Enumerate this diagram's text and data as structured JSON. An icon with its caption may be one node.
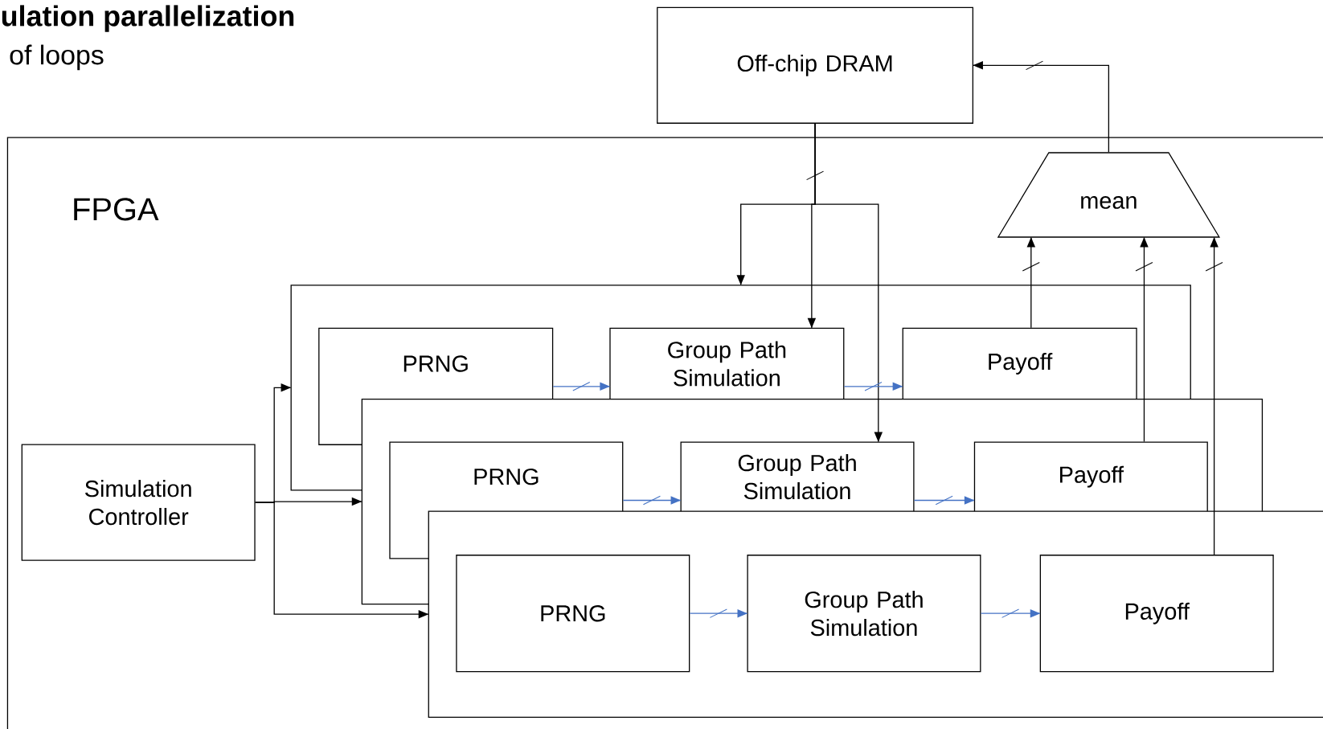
{
  "diagram": {
    "nodes": [
      {
        "text": [
          "Off-chip DRAM"
        ]
      },
      {
        "text": [
          "FPGA"
        ]
      },
      {
        "text": [
          "mean"
        ],
        "in": 1
      },
      {
        "text": [
          "Simulation Controller"
        ],
        "in": 1
      },
      {
        "text": [],
        "shape": "box",
        "in": 1
      },
      {
        "text": [
          "PRNG"
        ],
        "in": 4
      },
      {
        "text": [
          "Group Path Simulation"
        ],
        "in": 4
      },
      {
        "text": [
          "Payoff"
        ],
        "in": 4
      },
      {
        "text": [],
        "shape": "box",
        "in": 1
      },
      {
        "text": [
          "PRNG"
        ],
        "in": 8
      },
      {
        "text": [
          "Group Path Simulation"
        ],
        "in": 8
      },
      {
        "text": [
          "Payoff"
        ],
        "in": 8
      },
      {
        "text": [],
        "shape": "box",
        "in": 1
      },
      {
        "text": [
          "PRNG"
        ],
        "in": 12
      },
      {
        "text": [
          "Group Path Simulation"
        ],
        "in": 12
      },
      {
        "text": [
          "Payoff"
        ],
        "in": 12
      }
    ],
    "edges": [
      {
        "from": 0,
        "to": 4,
        "arrow": "to"
      },
      {
        "from": 0,
        "to": 6,
        "arrow": "to"
      },
      {
        "from": 0,
        "to": 10,
        "arrow": "to"
      },
      {
        "from": 2,
        "to": 0,
        "arrow": "to"
      },
      {
        "from": 7,
        "to": 2,
        "arrow": "to"
      },
      {
        "from": 11,
        "to": 2,
        "arrow": "to"
      },
      {
        "from": 15,
        "to": 2,
        "arrow": "to"
      },
      {
        "from": 3,
        "to": 4,
        "arrow": "to"
      },
      {
        "from": 3,
        "to": 8,
        "arrow": "to"
      },
      {
        "from": 3,
        "to": 12,
        "arrow": "to"
      },
      {
        "from": 5,
        "to": 6,
        "arrow": "to",
        "color": "#4472c4"
      },
      {
        "from": 6,
        "to": 7,
        "arrow": "to",
        "color": "#4472c4"
      },
      {
        "from": 9,
        "to": 10,
        "arrow": "to",
        "color": "#4472c4"
      },
      {
        "from": 10,
        "to": 11,
        "arrow": "to",
        "color": "#4472c4"
      },
      {
        "from": 13,
        "to": 14,
        "arrow": "to",
        "color": "#4472c4"
      },
      {
        "from": 14,
        "to": 15,
        "arrow": "to",
        "color": "#4472c4"
      }
    ],
    "labels": [
      "ulation parallelization",
      "of loops"
    ]
  }
}
